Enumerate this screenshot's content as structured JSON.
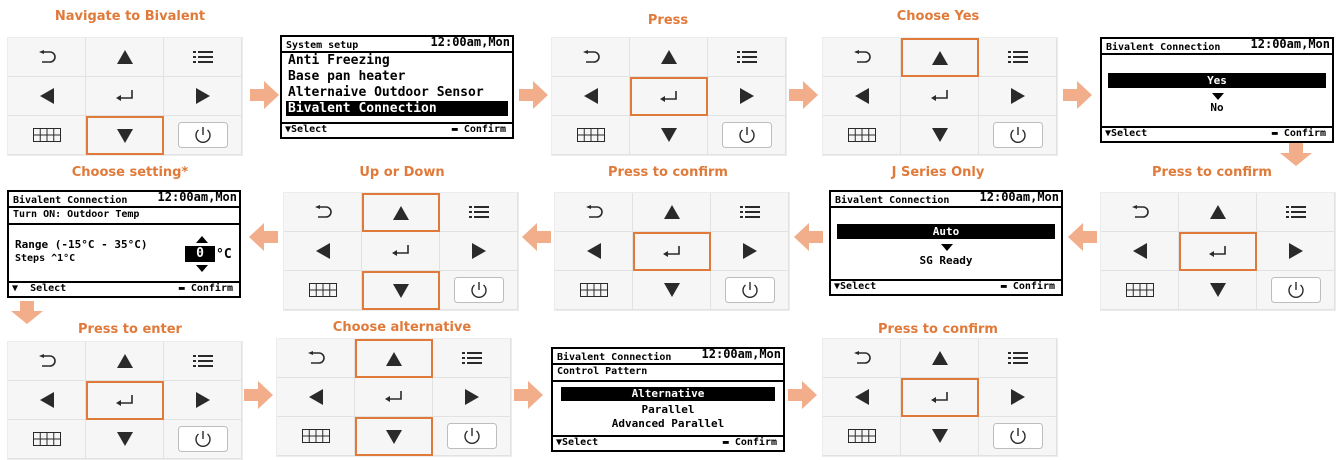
{
  "captions": {
    "s1": "Navigate to Bivalent",
    "s3": "Press",
    "s4": "Choose Yes",
    "s6": "Press to confirm",
    "s7": "J Series Only",
    "s8": "Press to confirm",
    "s9": "Up or Down",
    "s10": "Choose setting*",
    "s11": "Press to enter",
    "s12": "Choose alternative",
    "s14": "Press to confirm"
  },
  "clock": "12:00am,Mon",
  "footer": {
    "select": "Select",
    "confirm": "Confirm"
  },
  "system_setup": {
    "title": "System setup",
    "items": [
      "Anti Freezing",
      "Base pan heater",
      "Alternaive Outdoor Sensor",
      "Bivalent Connection"
    ],
    "selected_index": 3
  },
  "bivalent_yes_no": {
    "title": "Bivalent Connection",
    "selected": "Yes",
    "next": "No"
  },
  "bivalent_auto": {
    "title": "Bivalent Connection",
    "selected": "Auto",
    "next": "SG Ready"
  },
  "bivalent_setting": {
    "title": "Bivalent Connection",
    "subtitle": "Turn ON: Outdoor Temp",
    "range": "Range (-15°C - 35°C)",
    "steps": "Steps ^1°C",
    "value": "0",
    "unit": "°C",
    "footer_select": "  Select"
  },
  "bivalent_pattern": {
    "title": "Bivalent Connection",
    "subtitle": "Control Pattern",
    "options": [
      "Alternative",
      "Parallel",
      "Advanced Parallel"
    ],
    "selected_index": 0
  },
  "colors": {
    "accent": "#e07a3a",
    "arrow": "#f2ad8a",
    "icon": "#2a2a2a"
  },
  "keypad_buttons": [
    "back-icon",
    "up-icon",
    "menu-icon",
    "left-icon",
    "enter-icon",
    "right-icon",
    "grid-icon",
    "down-icon",
    "power-icon"
  ],
  "keypads": [
    {
      "id": "s1",
      "highlight": [
        "down"
      ]
    },
    {
      "id": "s3",
      "highlight": [
        "enter"
      ]
    },
    {
      "id": "s4",
      "highlight": [
        "up"
      ]
    },
    {
      "id": "s6",
      "highlight": [
        "enter"
      ]
    },
    {
      "id": "s8",
      "highlight": [
        "enter"
      ]
    },
    {
      "id": "s9",
      "highlight": [
        "up",
        "down"
      ]
    },
    {
      "id": "s11",
      "highlight": [
        "enter"
      ]
    },
    {
      "id": "s12",
      "highlight": [
        "up",
        "down"
      ]
    },
    {
      "id": "s14",
      "highlight": [
        "enter"
      ]
    }
  ]
}
